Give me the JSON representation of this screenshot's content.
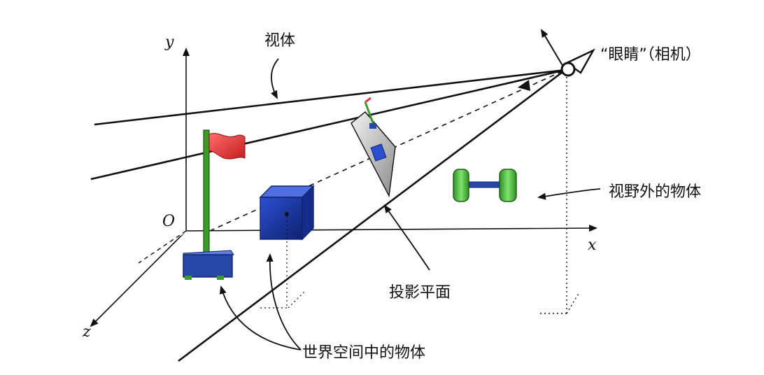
{
  "axes": {
    "y": "y",
    "x": "x",
    "z": "z",
    "origin": "O"
  },
  "labels": {
    "frustum": "视体",
    "eye": "“眼睛”（相机）",
    "outside": "视野外的物体",
    "projection_plane": "投影平面",
    "world_objects": "世界空间中的物体"
  },
  "colors": {
    "line": "#111111",
    "dashed": "#222222",
    "pole": "#3a9a2a",
    "flag": "#e23a3a",
    "cube": "#1f3aa6",
    "base": "#2747a8",
    "dumbbell": "#3fae3a",
    "plane": "#c8c8c8"
  }
}
